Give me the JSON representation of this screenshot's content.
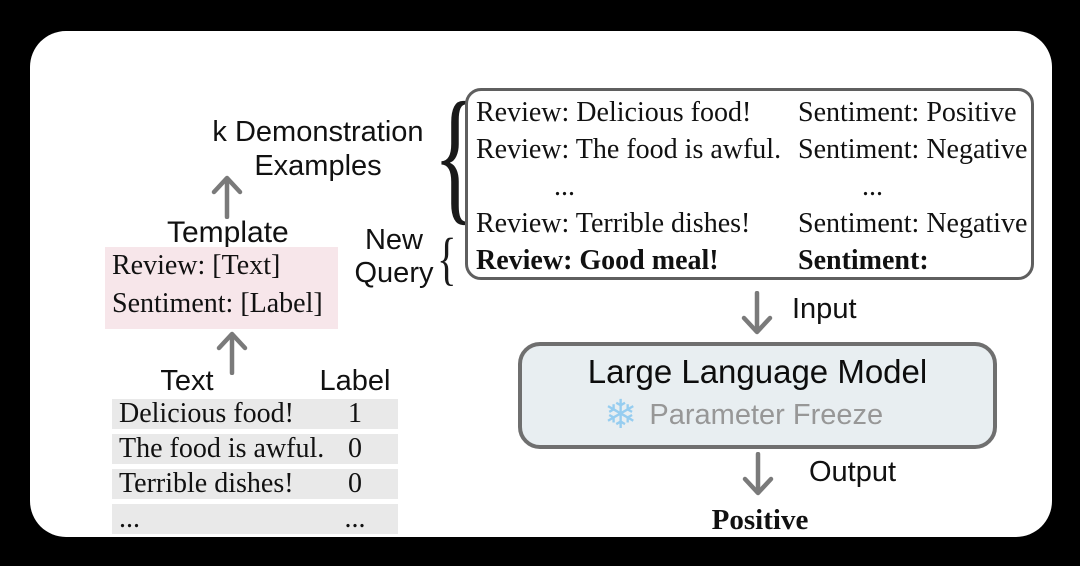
{
  "colors": {
    "background": "#000000",
    "panel": "#ffffff",
    "template_box_fill": "#f7e6ea",
    "table_row_fill": "#e9e9e9",
    "llm_box_fill": "#e8eef1",
    "llm_box_border": "#6f6f6f",
    "prompt_box_border": "#5f5f5f",
    "arrow": "#7a7a7a",
    "freeze_text": "#979797",
    "snowflake": "#96cdf0"
  },
  "glyphs": {
    "curly_brace": "{",
    "snowflake_icon": "❄"
  },
  "dataset_flow": {
    "demo_examples_label": "k Demonstration Examples",
    "template_label": "Template",
    "template_box": {
      "line1": "Review: [Text]",
      "line2": "Sentiment: [Label]"
    },
    "table": {
      "header_text": "Text",
      "header_label": "Label",
      "rows": [
        {
          "text": "Delicious food!",
          "label": "1"
        },
        {
          "text": "The food is awful.",
          "label": "0"
        },
        {
          "text": "Terrible dishes!",
          "label": "0"
        },
        {
          "text": "...",
          "label": "..."
        }
      ]
    },
    "new_query_label": {
      "line1": "New",
      "line2": "Query"
    }
  },
  "prompt": {
    "rows": [
      {
        "review": "Review: Delicious food!",
        "sentiment": "Sentiment: Positive"
      },
      {
        "review": "Review: The food is awful.",
        "sentiment": "Sentiment: Negative"
      },
      {
        "review": "...",
        "sentiment": "..."
      },
      {
        "review": "Review: Terrible dishes!",
        "sentiment": "Sentiment: Negative"
      },
      {
        "review": "Review: Good meal!",
        "sentiment": "Sentiment:"
      }
    ]
  },
  "model_flow": {
    "input_label": "Input",
    "llm_title": "Large Language Model",
    "freeze_label": "Parameter Freeze",
    "output_label": "Output",
    "result": "Positive"
  }
}
